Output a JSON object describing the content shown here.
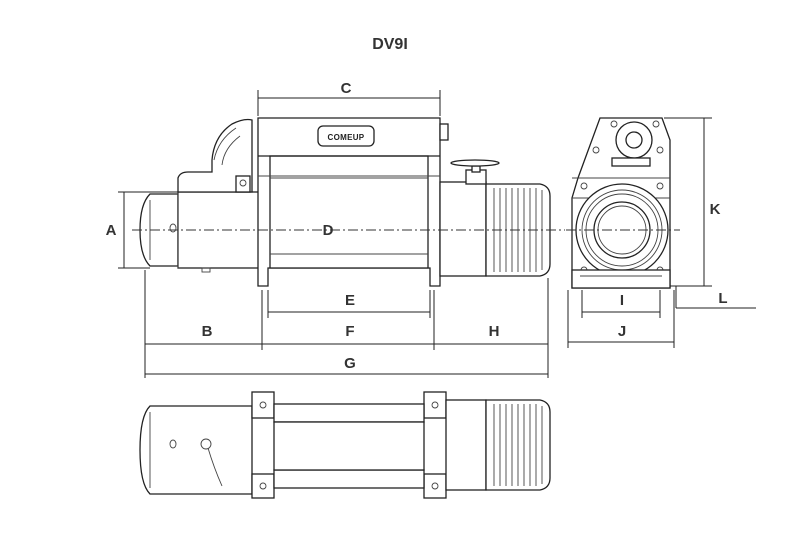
{
  "diagram": {
    "title": "DV9I",
    "brand_label": "COMEUP",
    "dimension_labels": {
      "A": "A",
      "B": "B",
      "C": "C",
      "D": "D",
      "E": "E",
      "F": "F",
      "G": "G",
      "H": "H",
      "I": "I",
      "J": "J",
      "K": "K",
      "L": "L"
    }
  }
}
